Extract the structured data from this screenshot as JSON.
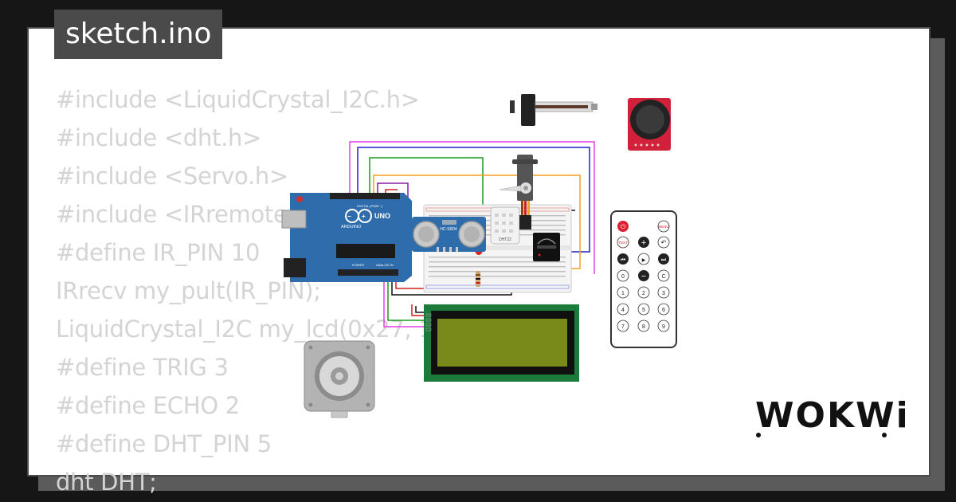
{
  "file_tab": {
    "label": "sketch.ino"
  },
  "code_lines": [
    "#include <LiquidCrystal_I2C.h>",
    "#include <dht.h>",
    "#include <Servo.h>",
    "#include <IRremote.h>",
    "#define IR_PIN 10",
    "IRrecv my_pult(IR_PIN);",
    "LiquidCrystal_I2C my_lcd(0x27, 16, 2);",
    "#define TRIG 3",
    "#define ECHO 2",
    "#define DHT_PIN 5",
    "dht DHT;"
  ],
  "components": {
    "arduino": {
      "brand": "ARDUINO",
      "model": "UNO",
      "digital_label": "DIGITAL (PWM ~)",
      "power_label": "POWER",
      "analog_label": "ANALOG IN"
    },
    "ultrasonic": {
      "label": "HC-SR04"
    },
    "dht": {
      "label": "DHT22"
    },
    "remote": {
      "power": "⏻",
      "menu": "MENU",
      "test": "TEST",
      "plus": "+",
      "back": "↶",
      "prev": "⏮",
      "play": "▶",
      "next": "⏭",
      "zero": "0",
      "minus": "−",
      "clear": "C",
      "digits": [
        "1",
        "2",
        "3",
        "4",
        "5",
        "6",
        "7",
        "8",
        "9"
      ]
    }
  },
  "logo": {
    "text": "WOKWi"
  },
  "colors": {
    "background": "#161616",
    "card": "#ffffff",
    "tab": "#4a4a4a",
    "code": "#d4d4d4",
    "arduino": "#2f6cab",
    "pcb_green": "#1c7a3a",
    "lcd_screen": "#7a8a1a"
  }
}
